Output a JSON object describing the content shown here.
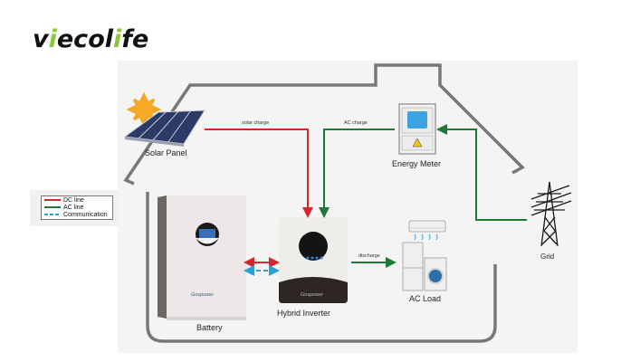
{
  "brand": {
    "logo_parts": [
      "v",
      "i",
      "ecol",
      "i",
      "fe"
    ]
  },
  "legend": {
    "items": [
      {
        "label": "DC line",
        "color": "#d9262c",
        "style": "solid"
      },
      {
        "label": "AC line",
        "color": "#1f7a3a",
        "style": "solid"
      },
      {
        "label": "Communication",
        "color": "#2aa0d8",
        "style": "dashed"
      }
    ]
  },
  "components": {
    "solar_panel": "Solar Panel",
    "energy_meter": "Energy Meter",
    "battery": "Battery",
    "hybrid_inverter": "Hybrid Inverter",
    "ac_load": "AC Load",
    "grid": "Grid"
  },
  "flows": {
    "solar_charge": "solar charge",
    "ac_charge": "AC charge",
    "discharge": "discharge"
  },
  "device_brand": "Gospower",
  "colors": {
    "dc_line": "#d9262c",
    "ac_line": "#1f7a3a",
    "communication": "#2aa0d8",
    "house_outline": "#7a7876",
    "logo_accent": "#8cc63f"
  }
}
